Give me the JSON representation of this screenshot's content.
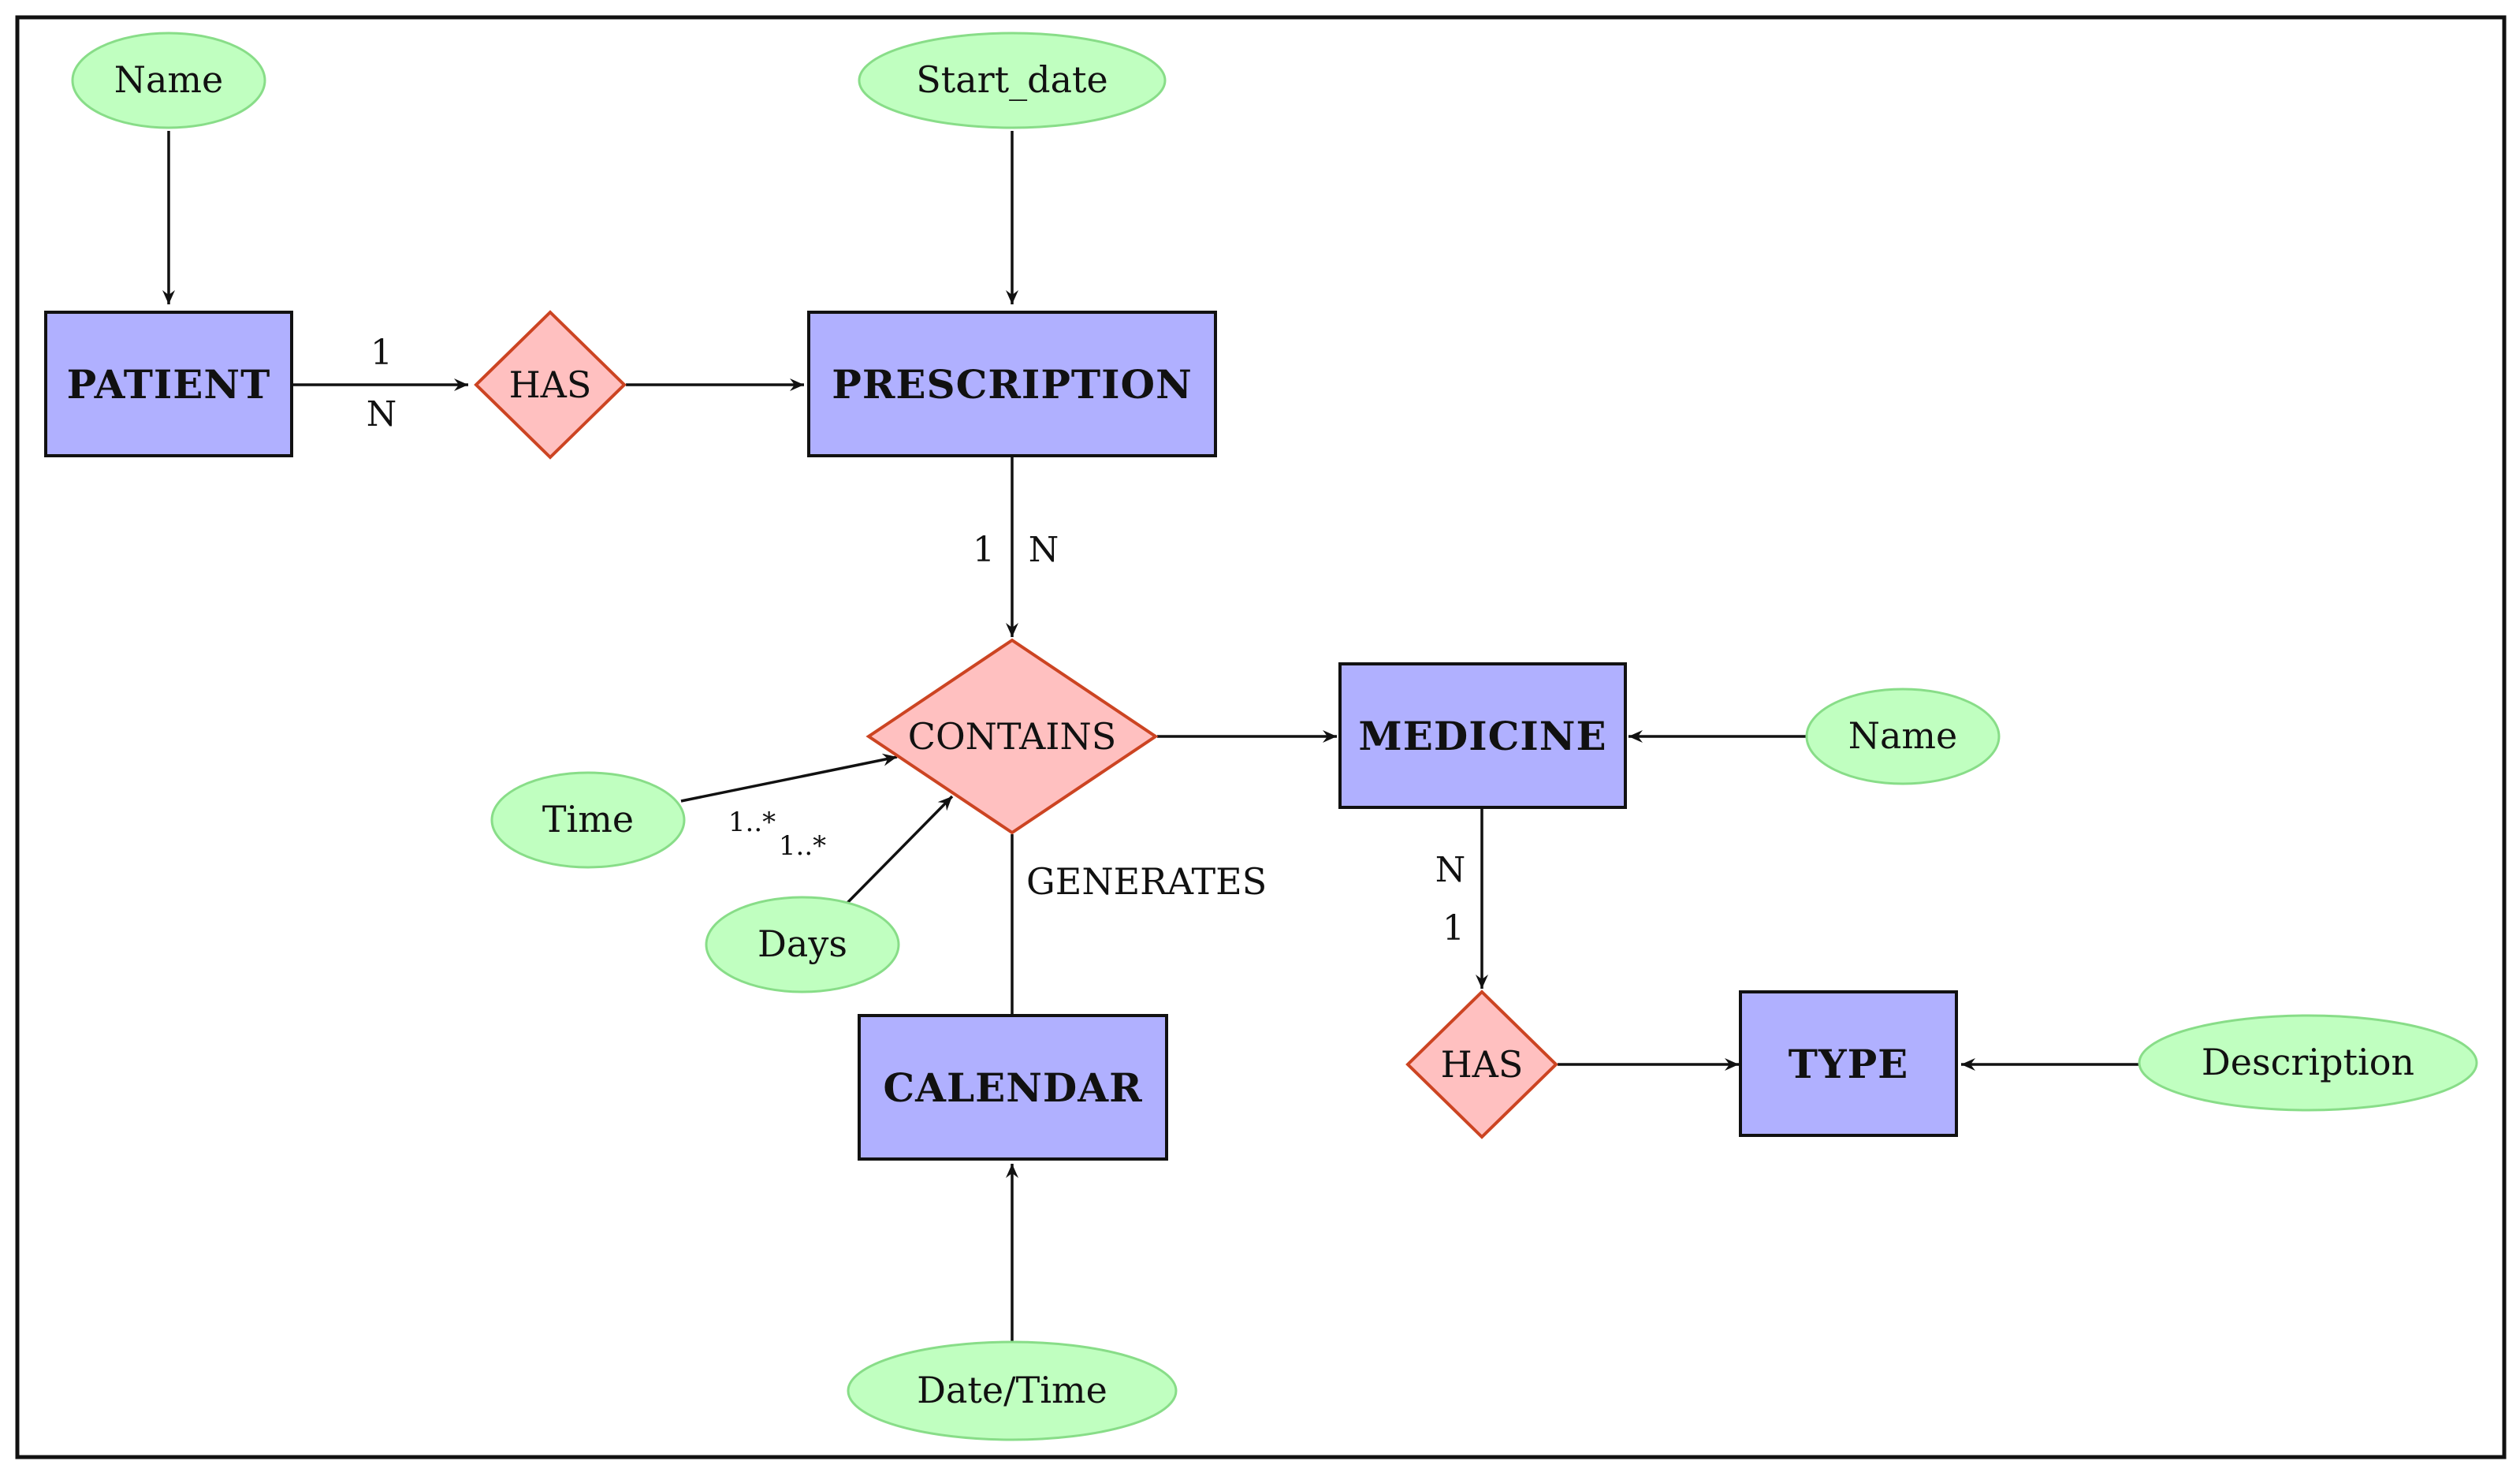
{
  "colors": {
    "entity_fill": "#b0b0ff",
    "relationship_fill": "#ffc0c0",
    "relationship_stroke": "#cc4422",
    "attribute_fill": "#c0ffc0",
    "attribute_stroke": "#88dd88",
    "line": "#111111"
  },
  "entities": {
    "patient": "PATIENT",
    "prescription": "PRESCRIPTION",
    "medicine": "MEDICINE",
    "calendar": "CALENDAR",
    "type": "TYPE"
  },
  "relationships": {
    "has_patient": "HAS",
    "contains": "CONTAINS",
    "has_medicine": "HAS",
    "generates": "GENERATES"
  },
  "attributes": {
    "patient_name": "Name",
    "start_date": "Start_date",
    "medicine_name": "Name",
    "time": "Time",
    "days": "Days",
    "date_time": "Date/Time",
    "description": "Description"
  },
  "cardinalities": {
    "patient_has_top": "1",
    "patient_has_bottom": "N",
    "prescription_contains_left": "1",
    "prescription_contains_right": "N",
    "medicine_has_top": "N",
    "medicine_has_bottom": "1",
    "time_contains": "1..*",
    "days_contains": "1..*"
  }
}
